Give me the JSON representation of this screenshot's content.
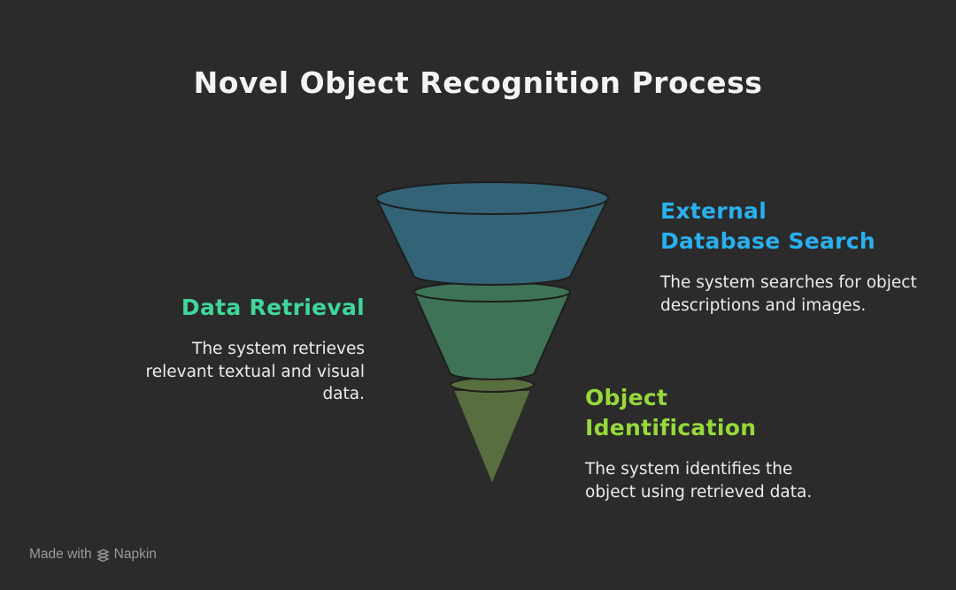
{
  "title": "Novel Object Recognition Process",
  "colors": {
    "background": "#2b2b2b",
    "stage_top": "#336377",
    "stage_middle": "#3e7358",
    "stage_bottom": "#596e3f",
    "heading_blue": "#29b0ef",
    "heading_green": "#3fd79a",
    "heading_lime": "#97d93a"
  },
  "stages": [
    {
      "heading": "External\nDatabase Search",
      "description": "The system searches for object descriptions and images."
    },
    {
      "heading": "Data Retrieval",
      "description": "The system retrieves relevant textual and visual data."
    },
    {
      "heading": "Object\nIdentification",
      "description": "The system identifies the object using retrieved data."
    }
  ],
  "footer": {
    "prefix": "Made with",
    "brand": "Napkin"
  }
}
